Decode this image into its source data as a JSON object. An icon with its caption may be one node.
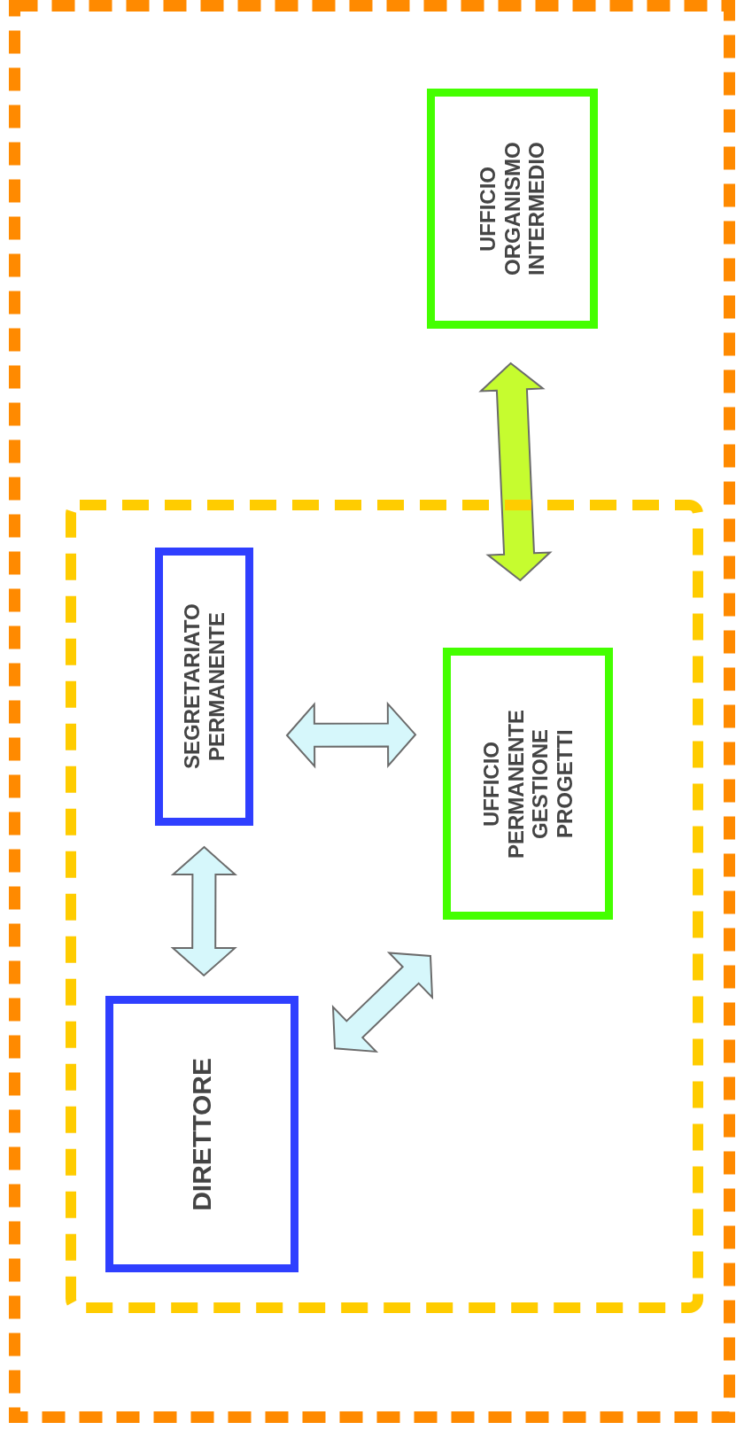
{
  "diagram": {
    "nodes": [
      {
        "text": [],
        "shape": "box"
      },
      {
        "text": [
          "UFFICIO ORGANISMO INTERMEDIO"
        ],
        "in": 0
      },
      {
        "text": [],
        "shape": "box",
        "in": 0
      },
      {
        "text": [
          "SEGRETARIATO PERMANENTE"
        ],
        "in": 2
      },
      {
        "text": [
          "UFFICIO PERMANENTE GESTIONE PROGETTI"
        ],
        "in": 2
      },
      {
        "text": [
          "DIRETTORE"
        ],
        "in": 2
      }
    ],
    "edges": [
      {
        "from": 1,
        "to": 4,
        "arrow": "both",
        "color": "#c6fc2f"
      },
      {
        "from": 3,
        "to": 4,
        "arrow": "both"
      },
      {
        "from": 3,
        "to": 5,
        "arrow": "both"
      },
      {
        "from": 5,
        "to": 4,
        "arrow": "both"
      }
    ]
  }
}
